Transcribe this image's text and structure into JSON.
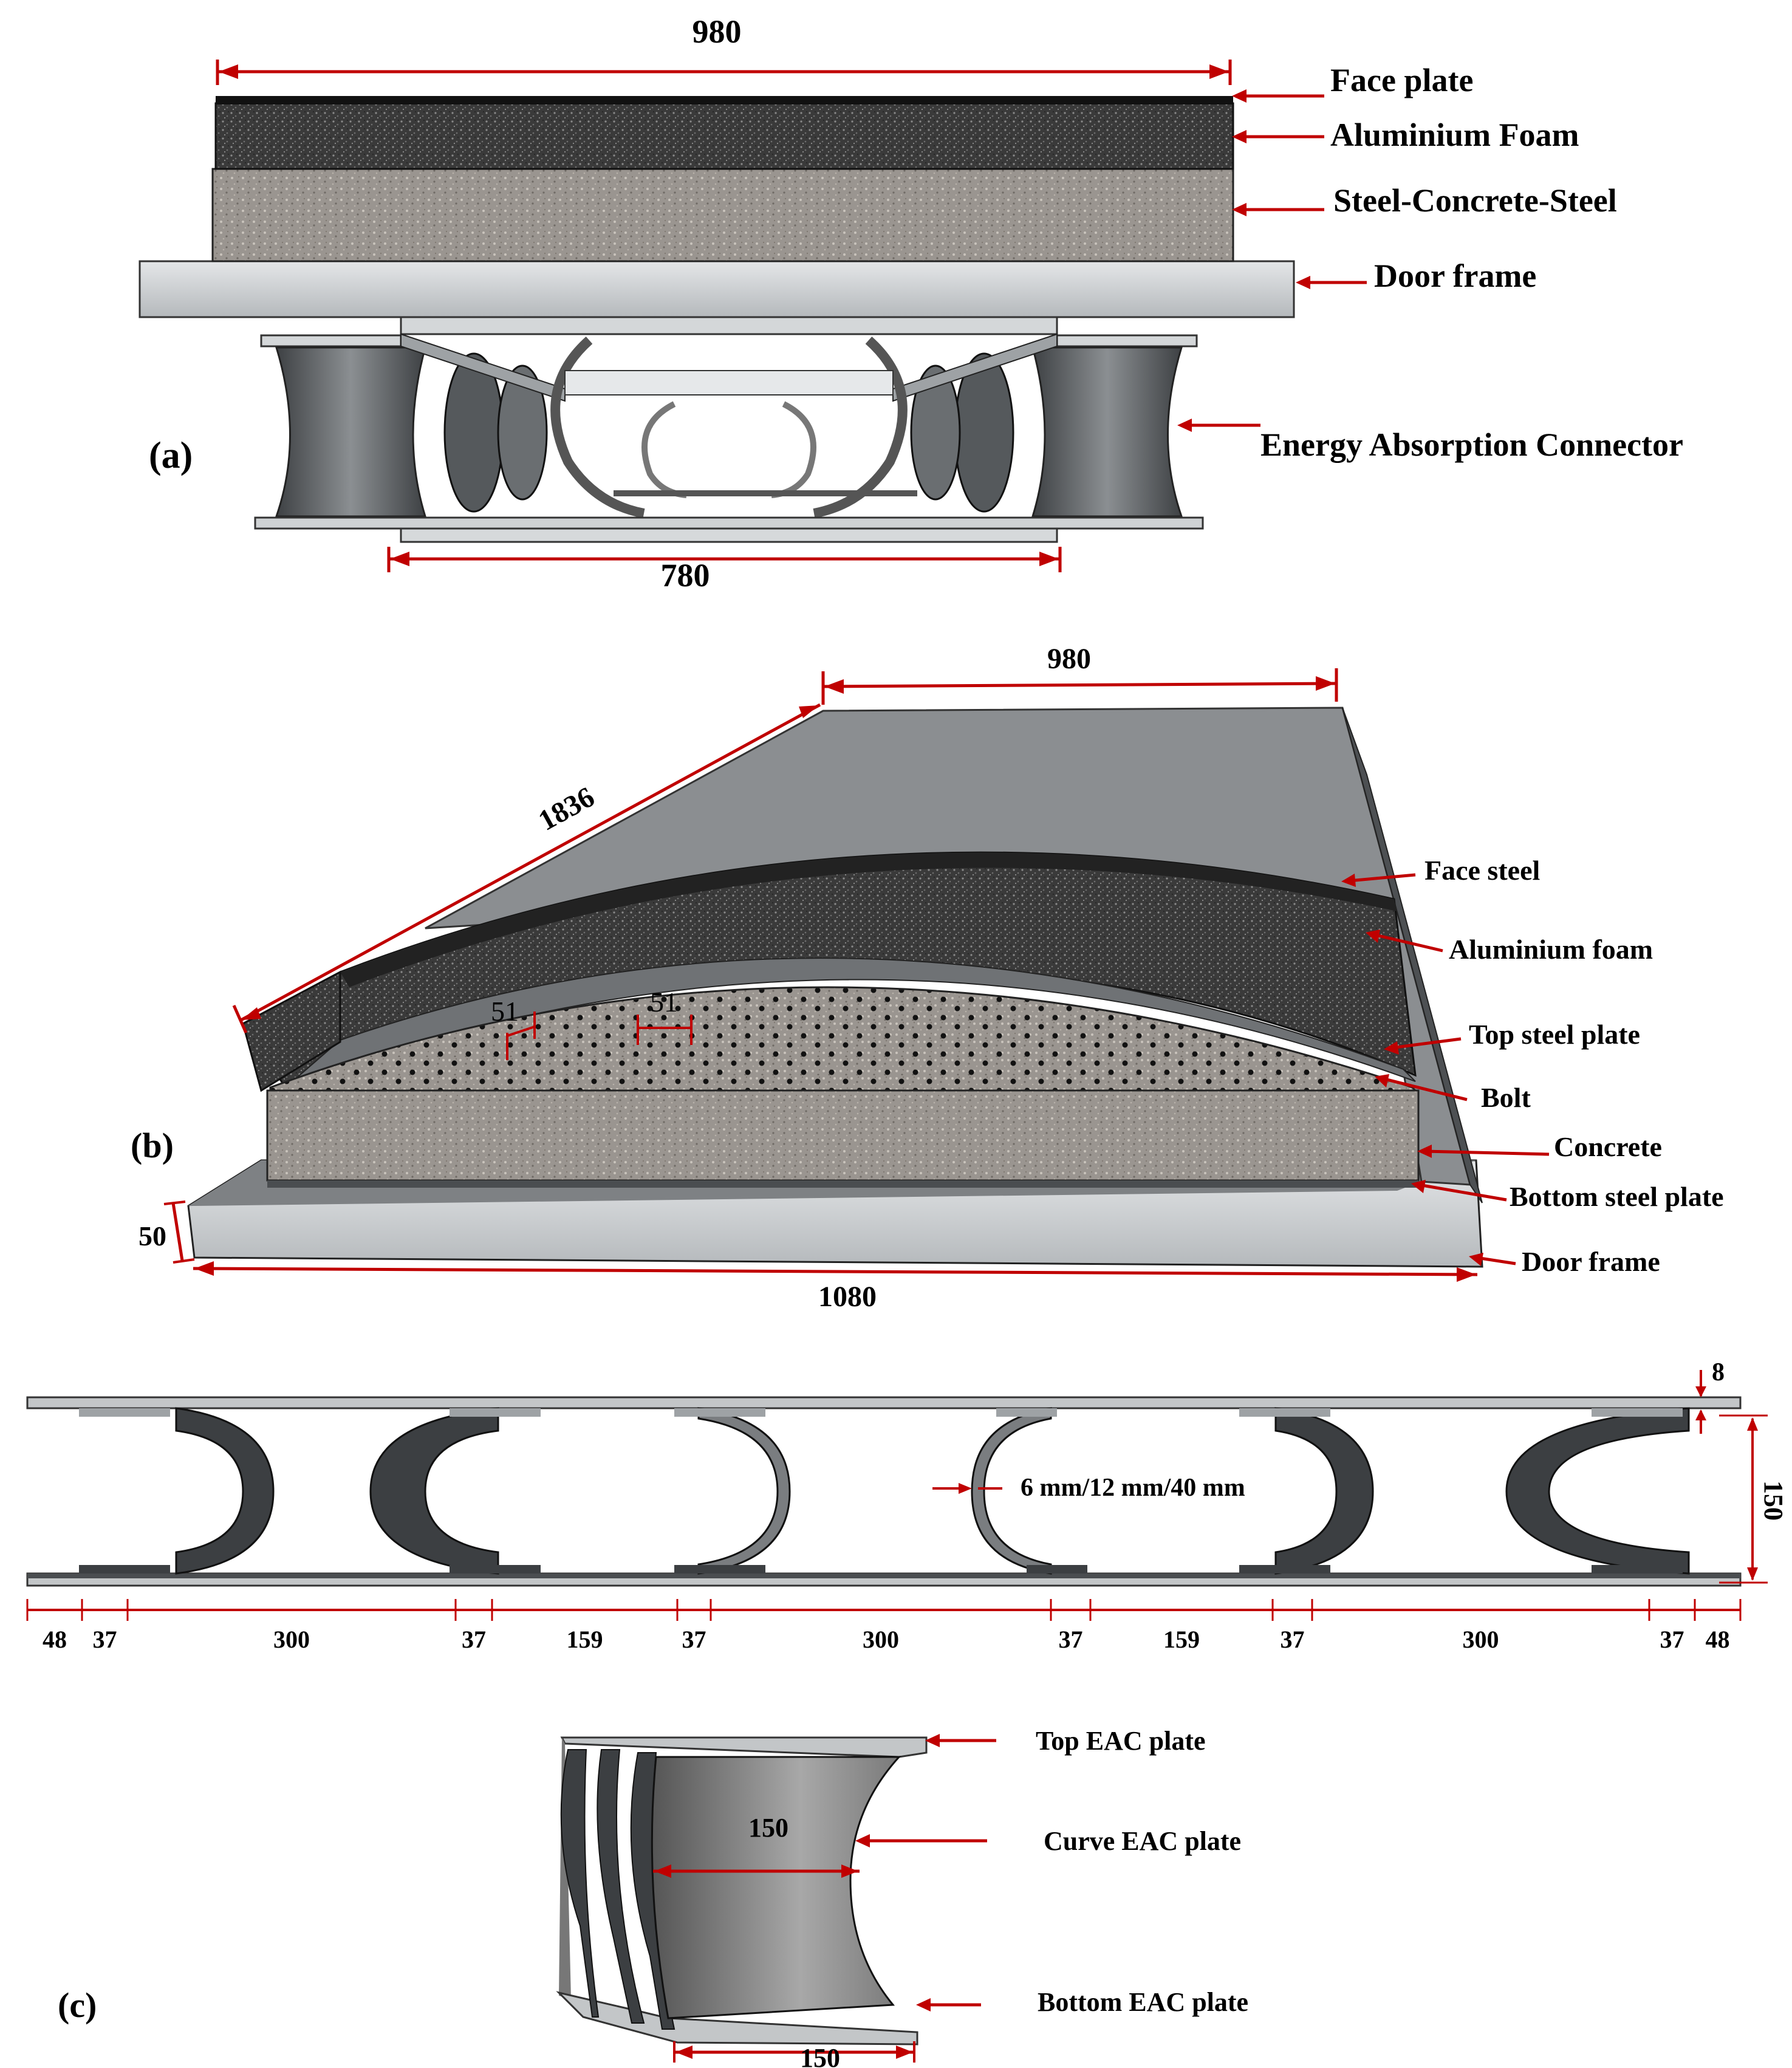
{
  "panel_a": {
    "tag": "(a)",
    "dim_top": "980",
    "dim_bottom": "780",
    "labels": [
      "Face plate",
      "Aluminium Foam",
      "Steel-Concrete-Steel",
      "Door frame",
      "Energy Absorption Connector"
    ]
  },
  "panel_b": {
    "tag": "(b)",
    "dim_top": "980",
    "dim_slant": "1836",
    "dim_bolt_a": "51",
    "dim_bolt_b": "51",
    "dim_thick": "50",
    "dim_bottom": "1080",
    "labels": [
      "Face steel",
      "Aluminium foam",
      "Top steel plate",
      "Bolt",
      "Concrete",
      "Bottom steel plate",
      "Door frame"
    ]
  },
  "panel_eac": {
    "dim_plate": "8",
    "dim_height": "150",
    "dim_thickness": "6 mm/12 mm/40 mm",
    "spacing": [
      "48",
      "37",
      "300",
      "37",
      "159",
      "37",
      "300",
      "37",
      "159",
      "37",
      "300",
      "37",
      "48"
    ]
  },
  "panel_c": {
    "tag": "(c)",
    "dim_inner": "150",
    "dim_bottom": "150",
    "labels": [
      "Top EAC plate",
      "Curve EAC plate",
      "Bottom EAC plate"
    ]
  },
  "colors": {
    "dimension": "#c00000",
    "steel": "#c9cdd0",
    "dark_steel": "#4a4d50"
  }
}
